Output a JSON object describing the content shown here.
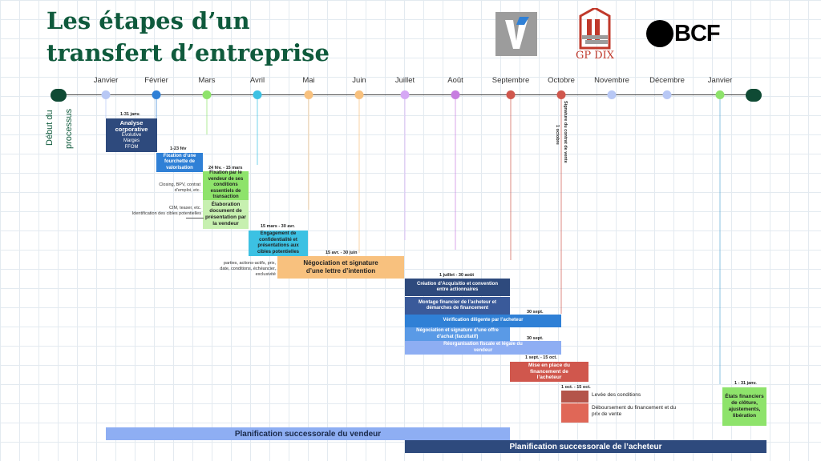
{
  "title": "Les étapes d’un transfert d’entreprise",
  "logos": {
    "gp_dix": "GP DIX",
    "bcf": "BCF"
  },
  "start_label_line1": "Début du",
  "start_label_line2": "processus",
  "months": [
    "Janvier",
    "Février",
    "Mars",
    "Avril",
    "Mai",
    "Juin",
    "Juillet",
    "Août",
    "Septembre",
    "Octobre",
    "Novembre",
    "Décembre",
    "Janvier"
  ],
  "colors": {
    "title": "#0f5a3c",
    "navy": "#2e4a7d",
    "blue": "#2f80d6",
    "green": "#8ee36b",
    "lightgreen": "#c7f0b0",
    "cyan": "#3cc1e3",
    "orange": "#f8c17e",
    "red": "#d0574d",
    "darkred": "#b4544a",
    "lightblue": "#8eaef3"
  },
  "steps": {
    "s1": {
      "date": "1-31 janv.",
      "title": "Analyse corporative",
      "sub1": "Évolutive",
      "sub2": "Marges",
      "sub3": "FFOM"
    },
    "s2": {
      "date": "1-23 fév",
      "title": "Fixation d’une fourchette de valorisation"
    },
    "s3": {
      "date": "24 fév. - 15 mars",
      "title": "Fixation par le vendeur de ses conditions essentiels de transaction",
      "note1": "Closing, BPV, contrat",
      "note2": "d’emploi, etc."
    },
    "s4": {
      "title": "Élaboration document de présentation par la vendeur",
      "note1": "CIM, teaser, etc.",
      "note2": "Identification des cibles potentielles"
    },
    "s5": {
      "date": "15 mars - 30 avr.",
      "title": "Engagement de confidentialité et présentations aux cibles potentielles"
    },
    "s6": {
      "date": "15 avr. - 30 juin",
      "title": "Négociation et signature d’une lettre d’intention",
      "note1": "parties, actions-actifs, prix,",
      "note2": "date, conditions, échéancier,",
      "note3": "exclusivité"
    },
    "s7": {
      "date": "1 juillet - 30 août",
      "rows": [
        "Création d’Acquisitio et convention entre actionnaires",
        "Montage financier de l’acheteur et démarches de financement",
        "Vérification diligente par l’acheteur",
        "Négociation et signature d’une offre d’achat (facultatif)",
        "Réorganisation fiscale et légale du vendeur"
      ],
      "date_a": "30 sept.",
      "date_b": "30 sept."
    },
    "s8": {
      "date": "1 sept. - 15 oct.",
      "title": "Mise en place du financement de l’acheteur"
    },
    "s9": {
      "date": "1 oct. - 15 oct.",
      "label1": "Levée des conditions",
      "label2": "Déboursement du financement et du prix de vente"
    },
    "s10": {
      "date": "1 - 31 janv.",
      "title": "États financiers de clôture, ajustements, libération"
    },
    "october_note": {
      "date": "1 octobre",
      "label": "Signature du contrat de vente"
    }
  },
  "bands": {
    "vendeur": "Planification successorale du vendeur",
    "acheteur": "Planification successorale de l’acheteur"
  }
}
